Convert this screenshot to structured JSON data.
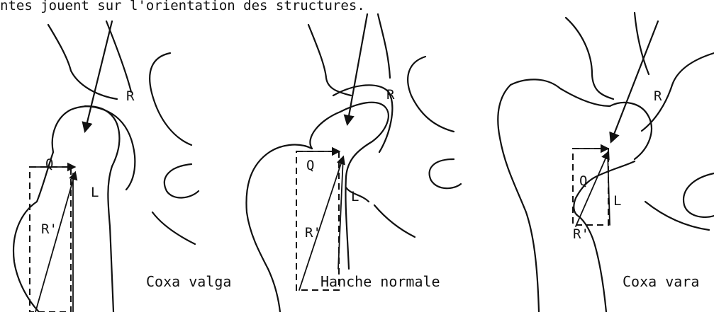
{
  "header_text": "ntes jouent sur l'orientation des structures.",
  "panels": [
    {
      "caption": "Coxa valga",
      "labels": {
        "R": "R",
        "Q": "Q",
        "L": "L",
        "R_prime": "R'"
      }
    },
    {
      "caption": "Hanche normale",
      "labels": {
        "R": "R",
        "Q": "Q",
        "L": "L",
        "R_prime": "R'"
      }
    },
    {
      "caption": "Coxa vara",
      "labels": {
        "R": "R",
        "Q": "Q",
        "L": "L",
        "R_prime": "R'"
      }
    }
  ]
}
